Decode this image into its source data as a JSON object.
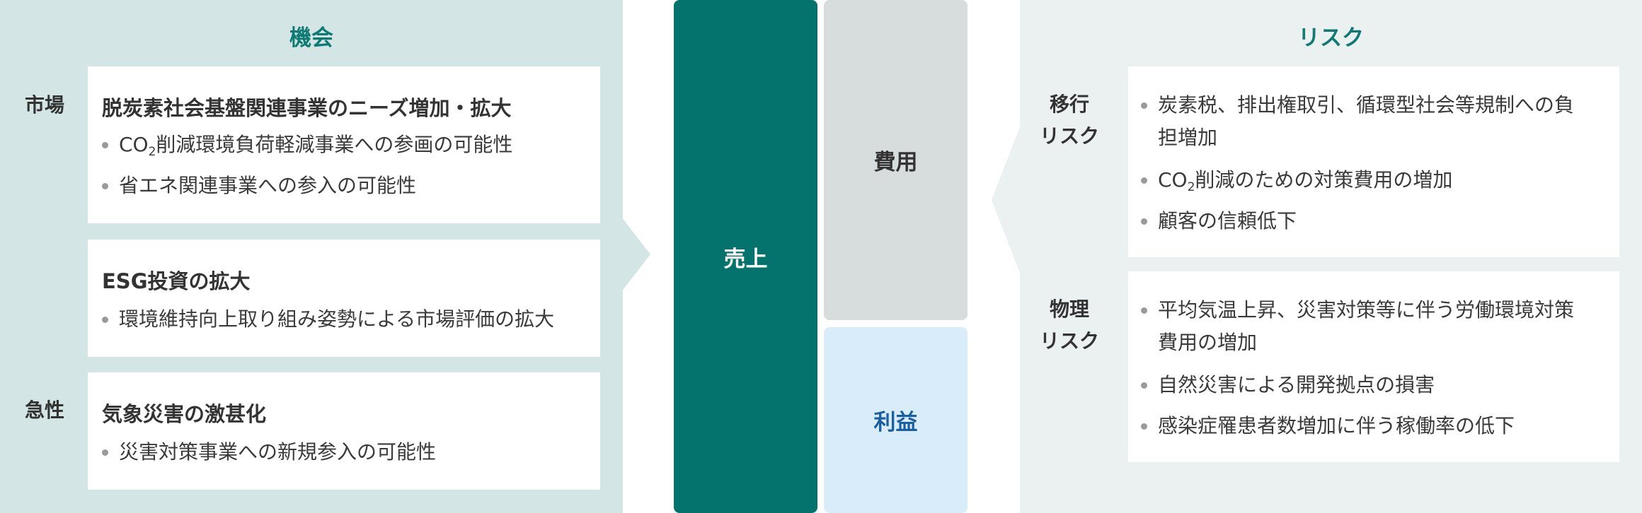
{
  "opportunities": {
    "title": "機会",
    "labels": {
      "market": "市場",
      "acute": "急性"
    },
    "cards": [
      {
        "heading": "脱炭素社会基盤関連事業のニーズ増加・拡大",
        "bullets": [
          {
            "pre": "CO",
            "sub": "2",
            "post": "削減環境負荷軽減事業への参画の可能性"
          },
          {
            "pre": "省エネ関連事業への参入の可能性",
            "sub": "",
            "post": ""
          }
        ]
      },
      {
        "heading": "ESG投資の拡大",
        "bullets": [
          {
            "pre": "環境維持向上取り組み姿勢による市場評価の拡大",
            "sub": "",
            "post": ""
          }
        ]
      },
      {
        "heading": "気象災害の激甚化",
        "bullets": [
          {
            "pre": "災害対策事業への新規参入の可能性",
            "sub": "",
            "post": ""
          }
        ]
      }
    ]
  },
  "center": {
    "sales": "売上",
    "cost": "費用",
    "profit": "利益"
  },
  "risks": {
    "title": "リスク",
    "labels": {
      "transition": {
        "line1": "移行",
        "line2": "リスク"
      },
      "physical": {
        "line1": "物理",
        "line2": "リスク"
      }
    },
    "cards": [
      {
        "bullets": [
          {
            "line1": "炭素税、排出権取引、循環型社会等規制への負",
            "line2": "担増加"
          },
          {
            "pre": "CO",
            "sub": "2",
            "post": "削減のための対策費用の増加"
          },
          {
            "pre": "顧客の信頼低下",
            "sub": "",
            "post": ""
          }
        ]
      },
      {
        "bullets": [
          {
            "line1": "平均気温上昇、災害対策等に伴う労働環境対策",
            "line2": "費用の増加"
          },
          {
            "pre": "自然災害による開発拠点の損害",
            "sub": "",
            "post": ""
          },
          {
            "pre": "感染症罹患者数増加に伴う稼働率の低下",
            "sub": "",
            "post": ""
          }
        ]
      }
    ]
  },
  "colors": {
    "accent": "#0f7a73",
    "sales_block": "#05736d",
    "cost_block": "#d7dcdc",
    "profit_block": "#d9ecf9",
    "profit_text": "#1a5fa0",
    "opportunity_panel": "#d3e6e5",
    "risk_panel": "#ebf0f0"
  }
}
